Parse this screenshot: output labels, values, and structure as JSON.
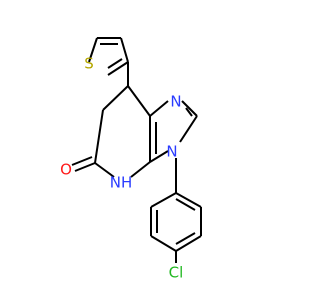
{
  "molecule": {
    "atoms": {
      "sulfur": "S",
      "imidazole_n_top": "N",
      "imidazole_n_ring": "N",
      "amide_nh": "NH",
      "carbonyl_o": "O",
      "chlorine": "Cl"
    },
    "colors": {
      "bond": "#000000",
      "sulfur": "#b5a800",
      "nitrogen": "#2a3cff",
      "oxygen": "#ff1a1a",
      "chlorine": "#22b822"
    }
  }
}
